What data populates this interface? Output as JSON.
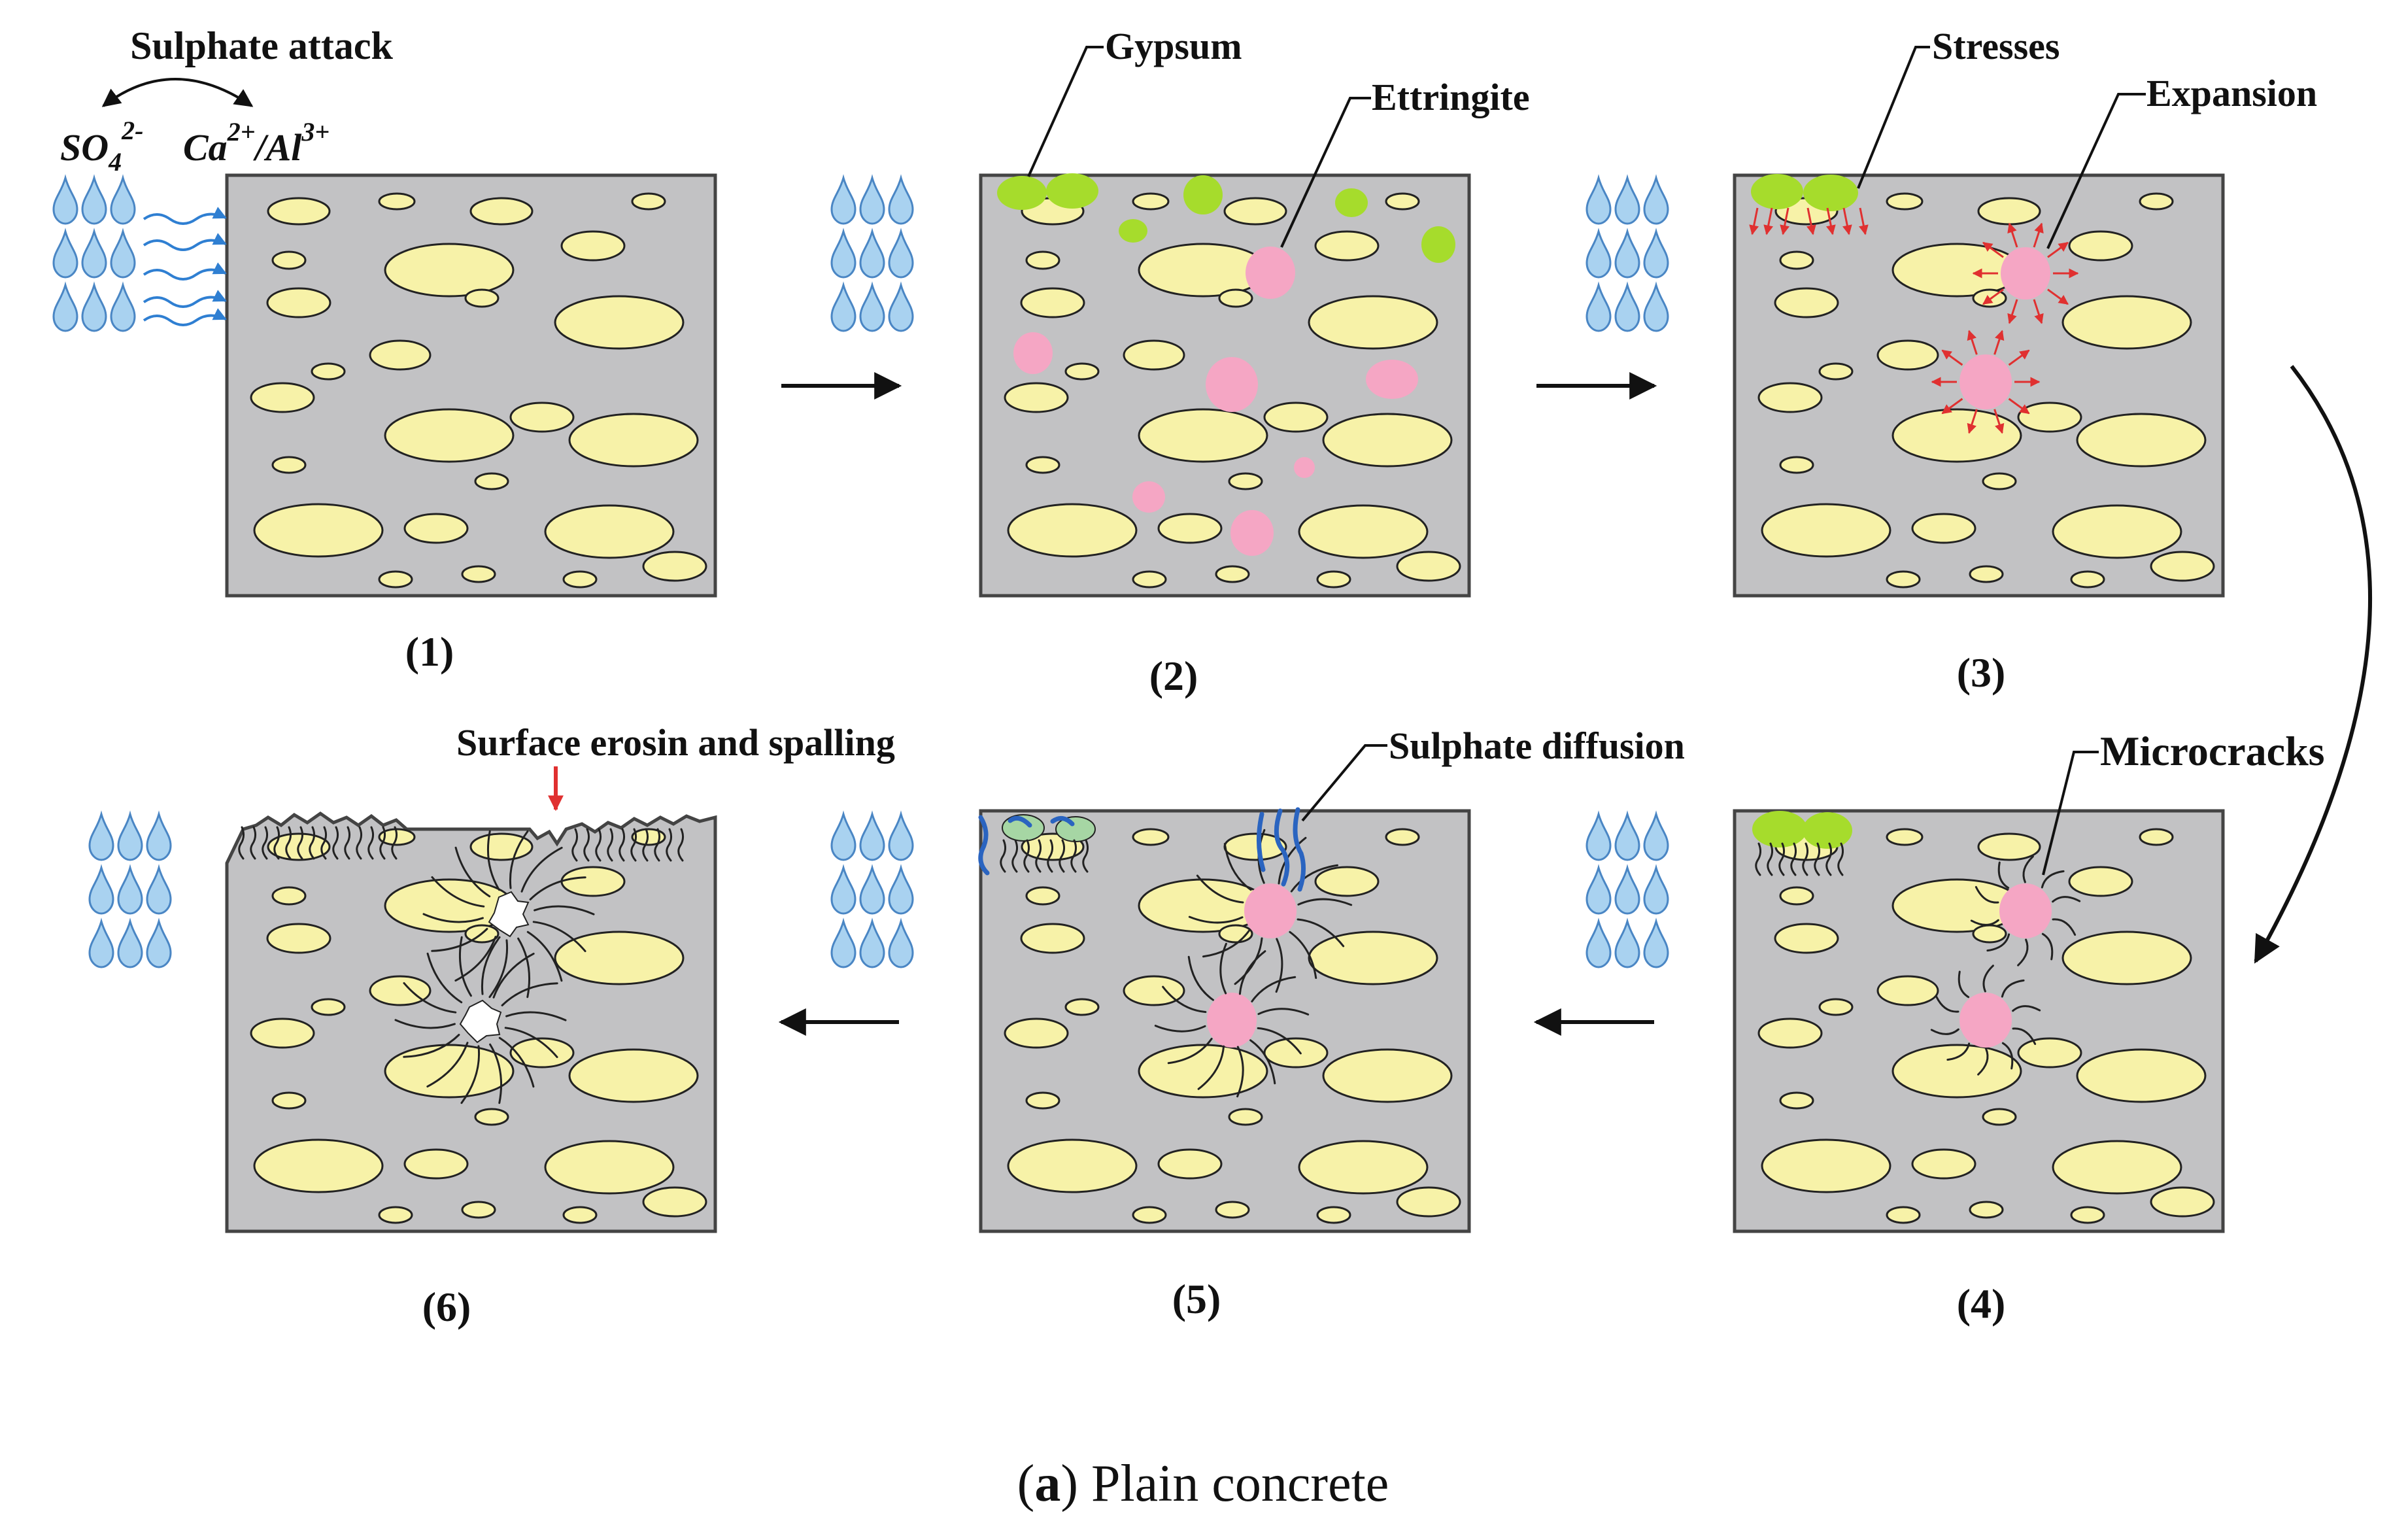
{
  "header": {
    "attack_title": "Sulphate attack",
    "ion_so4": "SO",
    "ion_so4_sub": "4",
    "ion_so4_sup": "2-",
    "ion_ca": "Ca",
    "ion_ca_sup": "2+",
    "ion_al": "/Al",
    "ion_al_sup": "3+"
  },
  "callouts": {
    "gypsum": "Gypsum",
    "ettringite": "Ettringite",
    "stresses": "Stresses",
    "expansion": "Expansion",
    "microcracks": "Microcracks",
    "sulphate_diffusion": "Sulphate diffusion",
    "surface_erosion": "Surface erosin and spalling"
  },
  "stages": [
    {
      "label": "(1)"
    },
    {
      "label": "(2)"
    },
    {
      "label": "(3)"
    },
    {
      "label": "(4)"
    },
    {
      "label": "(5)"
    },
    {
      "label": "(6)"
    }
  ],
  "caption": {
    "open": "(",
    "letter": "a",
    "close": ")",
    "text": " Plain concrete"
  },
  "colors": {
    "concrete": "#c2c2c4",
    "aggregate": "#f7f2a8",
    "gypsum": "#a6dc2c",
    "gypsum_faded": "#a6d6a4",
    "ettringite": "#f5a6c4",
    "water": "#5da0d8",
    "stress_arrow": "#e03030",
    "diffusion": "#2a64c0"
  }
}
